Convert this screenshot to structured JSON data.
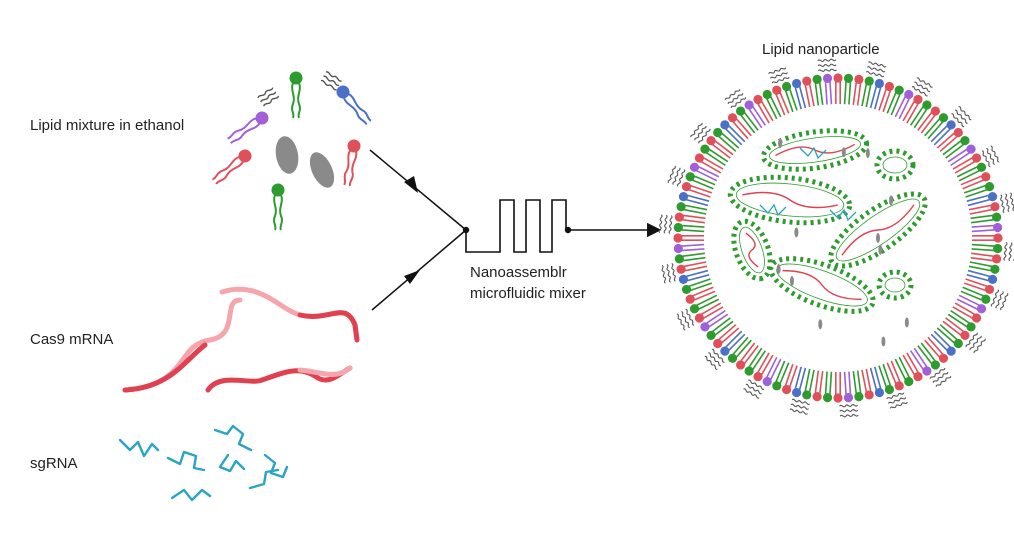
{
  "labels": {
    "lipid_mixture": "Lipid mixture in ethanol",
    "cas9_mrna": "Cas9 mRNA",
    "sgrna": "sgRNA",
    "mixer_line1": "Nanoassemblr",
    "mixer_line2": "microfluidic mixer",
    "lnp": "Lipid nanoparticle"
  },
  "colors": {
    "lipid_green": "#2e9b2e",
    "lipid_blue": "#4a70c8",
    "lipid_red": "#e0505a",
    "lipid_purple": "#a060d8",
    "cholesterol_gray": "#8a8a8a",
    "mrna_red": "#e04050",
    "mrna_light": "#f4a6ac",
    "sgrna_cyan": "#2aa4c4",
    "peg_gray": "#555555"
  }
}
